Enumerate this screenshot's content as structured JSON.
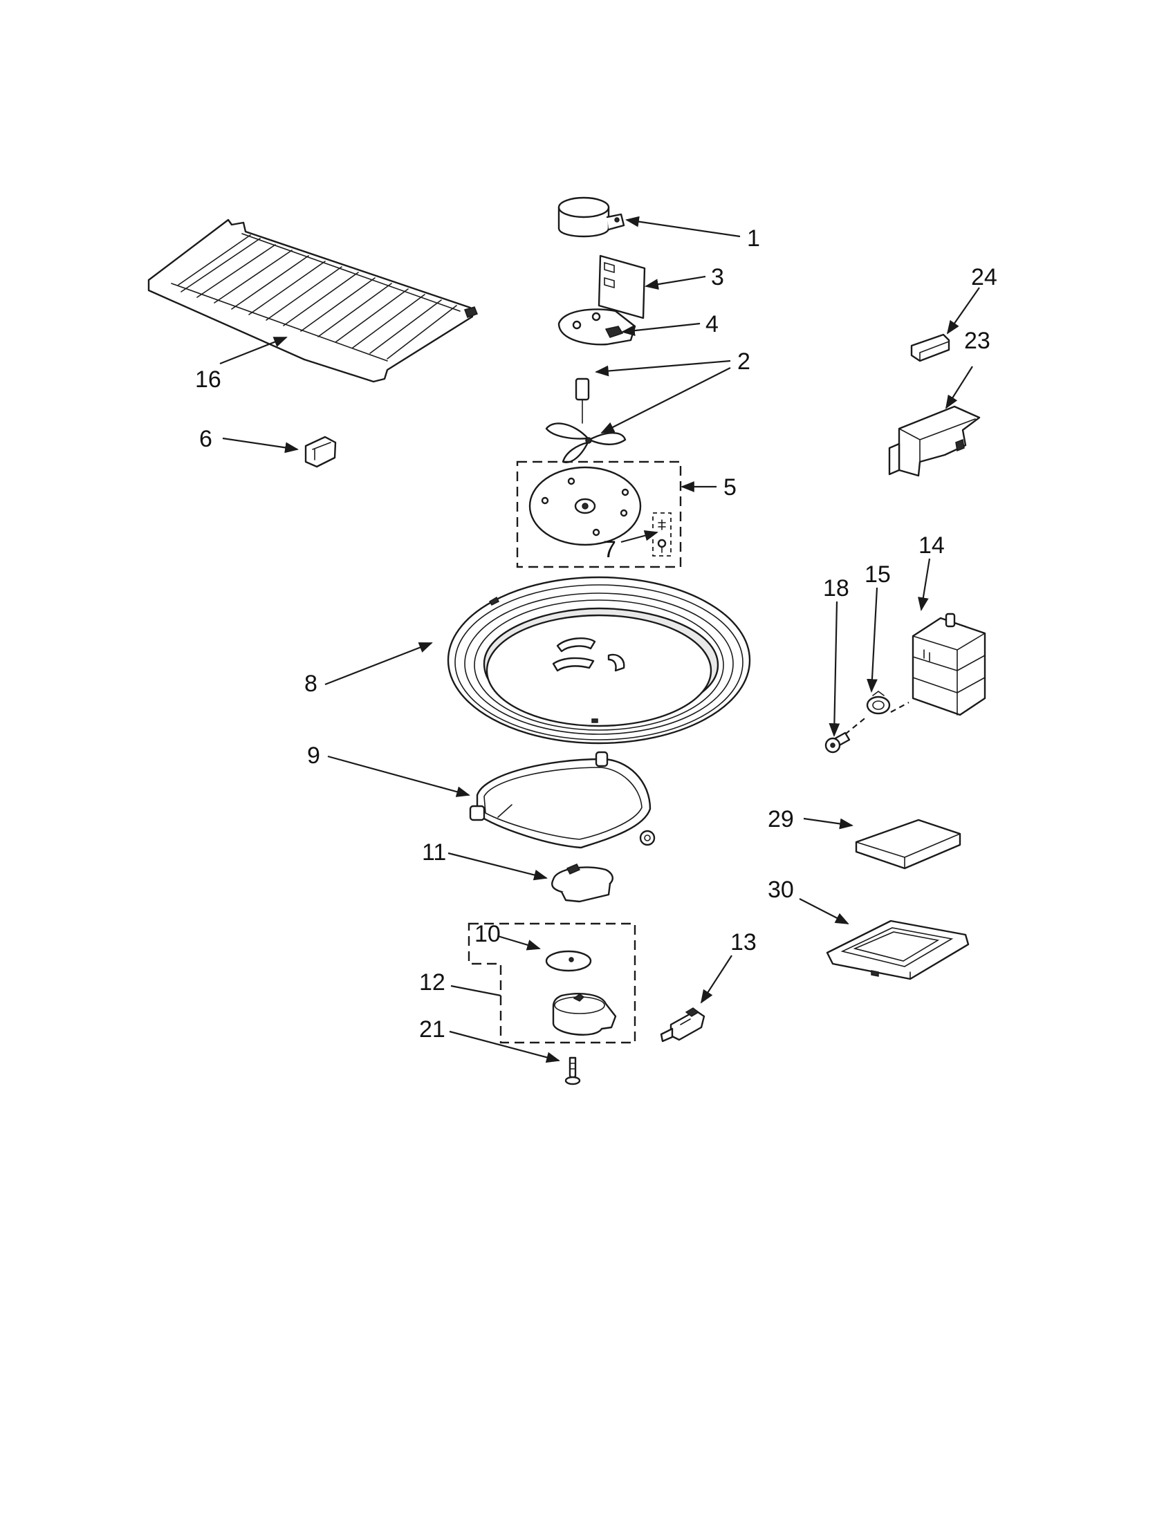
{
  "callouts": [
    {
      "id": "1",
      "label": "1"
    },
    {
      "id": "2",
      "label": "2"
    },
    {
      "id": "3",
      "label": "3"
    },
    {
      "id": "4",
      "label": "4"
    },
    {
      "id": "5",
      "label": "5"
    },
    {
      "id": "6",
      "label": "6"
    },
    {
      "id": "7",
      "label": "7"
    },
    {
      "id": "8",
      "label": "8"
    },
    {
      "id": "9",
      "label": "9"
    },
    {
      "id": "10",
      "label": "10"
    },
    {
      "id": "11",
      "label": "11"
    },
    {
      "id": "12",
      "label": "12"
    },
    {
      "id": "13",
      "label": "13"
    },
    {
      "id": "14",
      "label": "14"
    },
    {
      "id": "15",
      "label": "15"
    },
    {
      "id": "16",
      "label": "16"
    },
    {
      "id": "18",
      "label": "18"
    },
    {
      "id": "21",
      "label": "21"
    },
    {
      "id": "23",
      "label": "23"
    },
    {
      "id": "24",
      "label": "24"
    },
    {
      "id": "29",
      "label": "29"
    },
    {
      "id": "30",
      "label": "30"
    }
  ],
  "colors": {
    "ink": "#1a1a1a",
    "background": "#ffffff"
  }
}
